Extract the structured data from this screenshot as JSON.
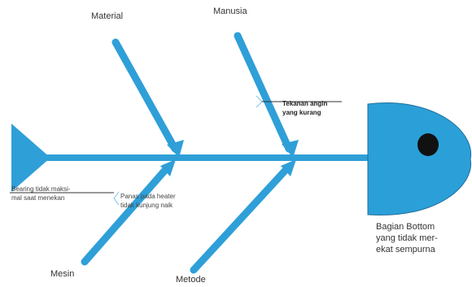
{
  "colors": {
    "bone": "#2f9fd8",
    "head": "#2b9fd8",
    "eye": "#111111",
    "leader": "#333333"
  },
  "categories": {
    "material": "Material",
    "manusia": "Manusia",
    "mesin": "Mesin",
    "metode": "Metode"
  },
  "causes": {
    "tekanan_angin": [
      "Tekanan angin",
      "yang kurang"
    ],
    "bearing": [
      "Bearing tidak maksi-",
      "mal saat menekan"
    ],
    "panas_heater": [
      "Panas pada heater",
      "tidak kunjung naik"
    ]
  },
  "effect": [
    "Bagian Bottom",
    "yang tidak mer-",
    "ekat sempurna"
  ]
}
